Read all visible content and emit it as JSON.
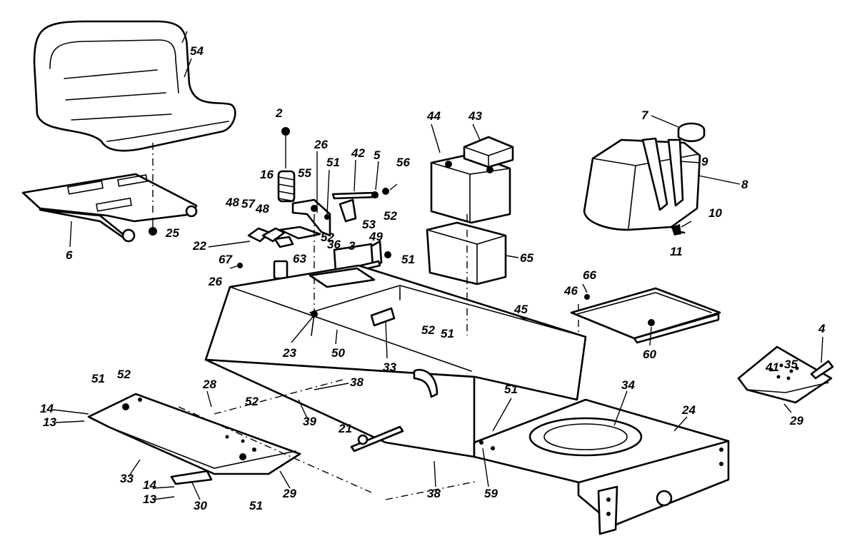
{
  "callouts": [
    "54",
    "6",
    "25",
    "2",
    "16",
    "26",
    "51",
    "55",
    "42",
    "5",
    "56",
    "44",
    "43",
    "7",
    "9",
    "8",
    "10",
    "11",
    "48",
    "57",
    "48",
    "22",
    "52",
    "36",
    "53",
    "63",
    "52",
    "49",
    "3",
    "51",
    "65",
    "67",
    "26",
    "66",
    "46",
    "45",
    "23",
    "50",
    "33",
    "52",
    "51",
    "60",
    "4",
    "41",
    "35",
    "29",
    "51",
    "52",
    "28",
    "38",
    "14",
    "13",
    "39",
    "21",
    "52",
    "51",
    "34",
    "24",
    "33",
    "14",
    "13",
    "30",
    "51",
    "29",
    "38",
    "59"
  ]
}
